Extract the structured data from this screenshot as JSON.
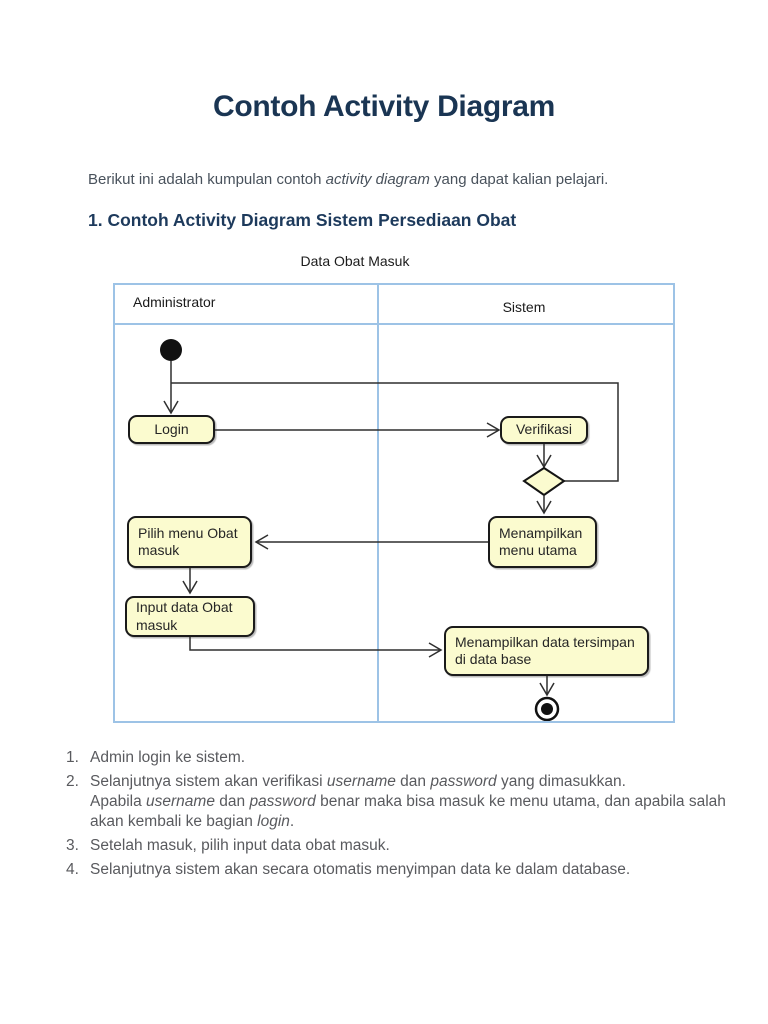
{
  "document": {
    "title": "Contoh Activity Diagram",
    "intro": {
      "part1": "Berikut ini adalah kumpulan contoh ",
      "italic": "activity diagram",
      "part2": " yang dapat kalian pelajari."
    },
    "section_heading": "1. Contoh Activity Diagram Sistem Persediaan Obat",
    "diagram_caption": "Data Obat Masuk"
  },
  "diagram": {
    "lane_left": "Administrator",
    "lane_right": "Sistem",
    "nodes": {
      "login": "Login",
      "verifikasi": "Verifikasi",
      "menu_utama": {
        "line1": "Menampilkan",
        "line2": "menu utama"
      },
      "pilih_menu": {
        "line1": "Pilih menu Obat",
        "line2": "masuk"
      },
      "input_data": {
        "line1": "Input data Obat",
        "line2": "masuk"
      },
      "tersimpan": {
        "line1": "Menampilkan data tersimpan",
        "line2": "di data base"
      }
    },
    "colors": {
      "node_fill": "#fbfbcf",
      "node_border": "#1a1a1a",
      "lane_border": "#9dc3e6",
      "flow_line": "#2f2f2f",
      "heading_navy": "#1d3a5c",
      "body_gray": "#595a5e"
    }
  },
  "notes": {
    "num1": "1.",
    "num2": "2.",
    "num3": "3.",
    "num4": "4.",
    "n1": "Admin login ke sistem.",
    "n2l1s1": "Selanjutnya sistem akan verifikasi ",
    "n2l1s2": "username",
    "n2l1s3": " dan ",
    "n2l1s4": "password",
    "n2l1s5": " yang dimasukkan.",
    "n2l2s1": "Apabila ",
    "n2l2s2": "username",
    "n2l2s3": " dan ",
    "n2l2s4": "password",
    "n2l2s5": " benar maka bisa masuk ke menu utama, dan apabila salah",
    "n2l3s1": "akan kembali ke bagian ",
    "n2l3s2": "login",
    "n2l3s3": ".",
    "n3": "Setelah masuk, pilih input data obat masuk.",
    "n4": "Selanjutnya sistem akan secara otomatis menyimpan data ke dalam database."
  }
}
